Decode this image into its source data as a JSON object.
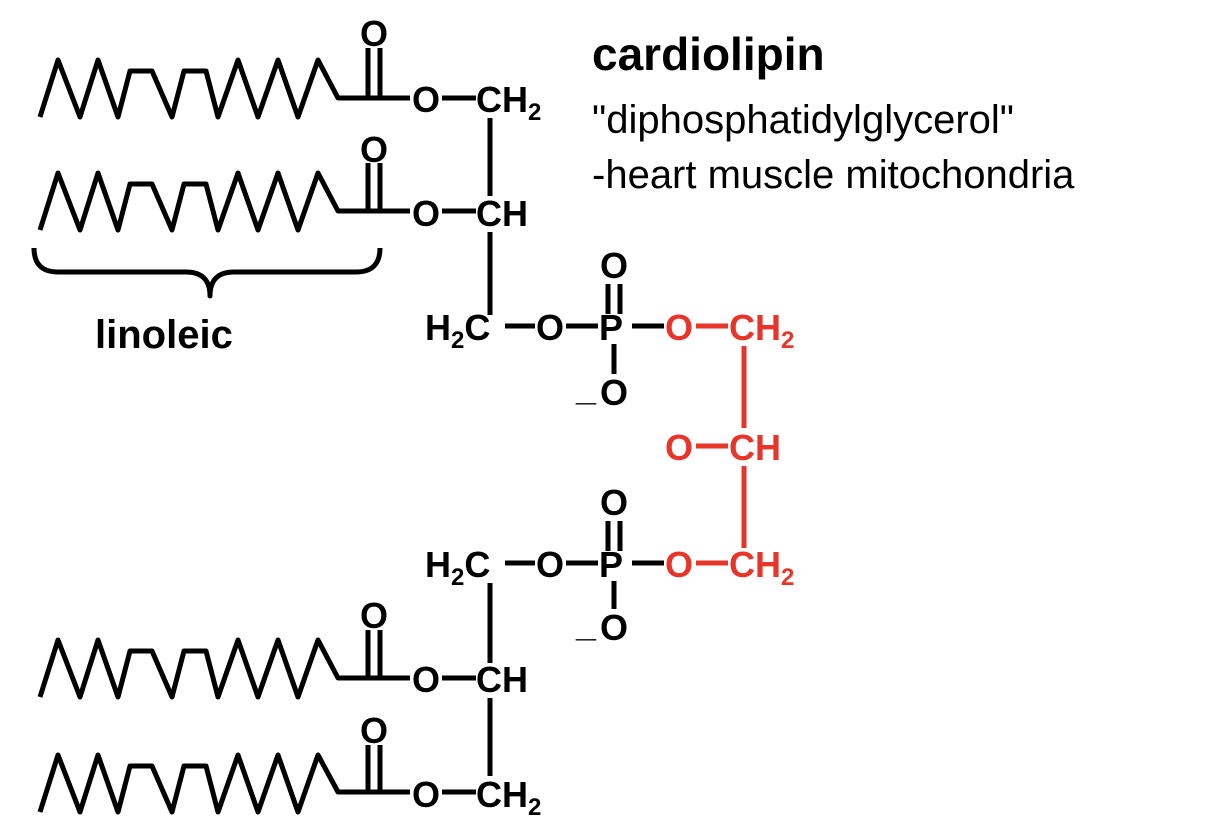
{
  "title": "cardiolipin",
  "synonym": "\"diphosphatidylglycerol\"",
  "location": "-heart muscle mitochondria",
  "chain_label": "linoleic",
  "atoms": {
    "oxygen": "O",
    "phosphorus": "P",
    "carbon": "C",
    "hydrogen": "H",
    "charge_minus": "_",
    "subscript_two": "2"
  },
  "colors": {
    "backbone": "#000000",
    "central_glycerol": "#e8352a"
  }
}
